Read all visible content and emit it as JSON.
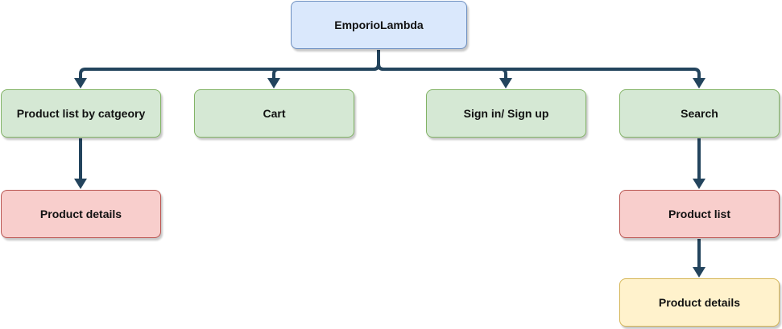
{
  "nodes": {
    "root": "EmporioLambda",
    "category_list": "Product list by catgeory",
    "cart": "Cart",
    "sign_in": "Sign in/ Sign up",
    "search": "Search",
    "product_details_category": "Product details",
    "product_list": "Product list",
    "product_details_search": "Product details"
  },
  "colors": {
    "connector": "#23445d",
    "root_fill": "#dae8fc",
    "root_stroke": "#6c8ebf",
    "section_fill": "#d5e8d4",
    "section_stroke": "#82b366",
    "detail_fill": "#f8cecc",
    "detail_stroke": "#b85450",
    "leaf_fill": "#fff2cc",
    "leaf_stroke": "#d6b656"
  },
  "edges": [
    {
      "from": "root",
      "to": "category_list"
    },
    {
      "from": "root",
      "to": "cart"
    },
    {
      "from": "root",
      "to": "sign_in"
    },
    {
      "from": "root",
      "to": "search"
    },
    {
      "from": "category_list",
      "to": "product_details_category"
    },
    {
      "from": "search",
      "to": "product_list"
    },
    {
      "from": "product_list",
      "to": "product_details_search"
    }
  ]
}
